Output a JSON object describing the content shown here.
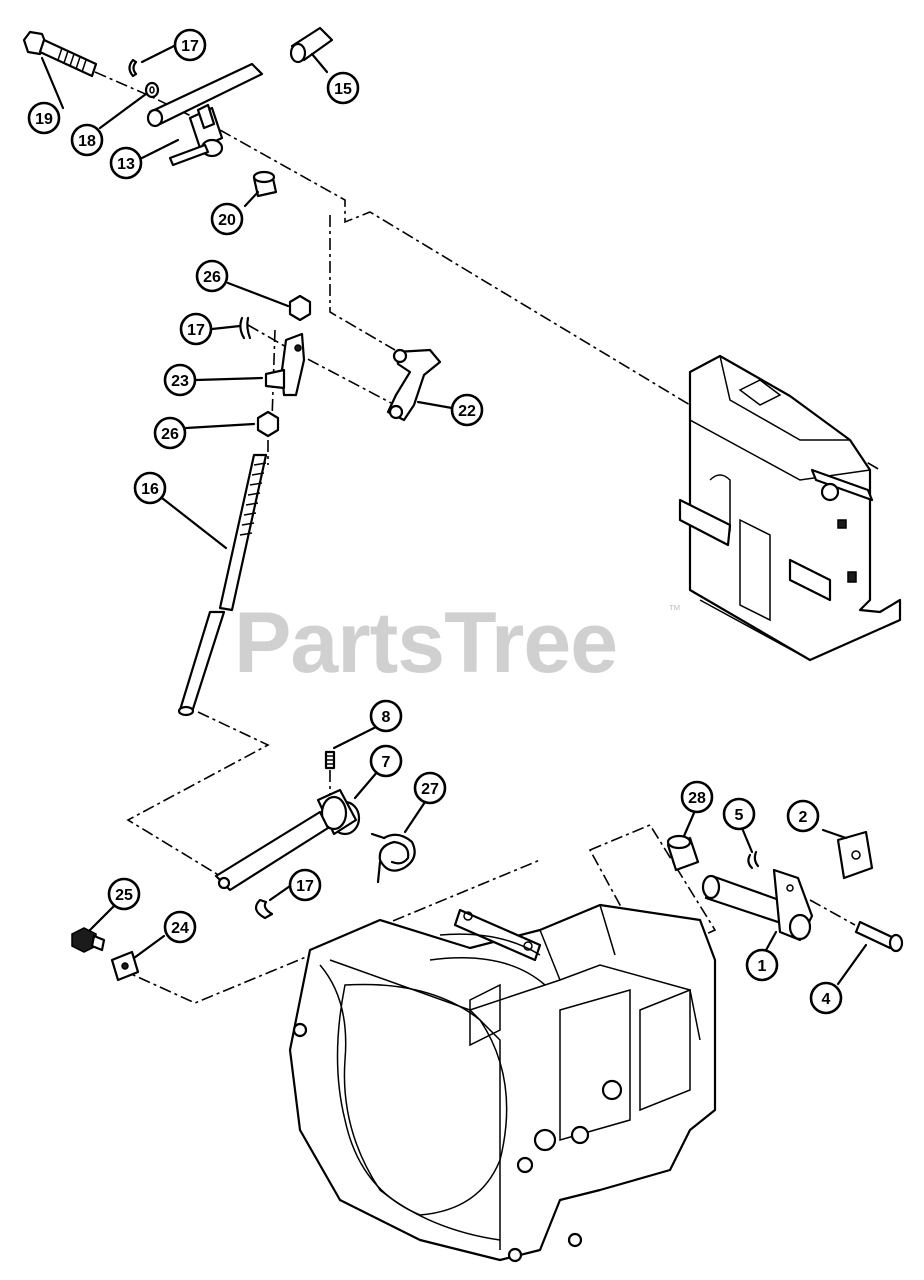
{
  "watermark": {
    "text": "PartsTree",
    "trademark": "™"
  },
  "callouts": [
    {
      "label": "17"
    },
    {
      "label": "15"
    },
    {
      "label": "19"
    },
    {
      "label": "18"
    },
    {
      "label": "13"
    },
    {
      "label": "20"
    },
    {
      "label": "26"
    },
    {
      "label": "17"
    },
    {
      "label": "23"
    },
    {
      "label": "22"
    },
    {
      "label": "26"
    },
    {
      "label": "16"
    },
    {
      "label": "8"
    },
    {
      "label": "7"
    },
    {
      "label": "27"
    },
    {
      "label": "28"
    },
    {
      "label": "5"
    },
    {
      "label": "2"
    },
    {
      "label": "17"
    },
    {
      "label": "25"
    },
    {
      "label": "24"
    },
    {
      "label": "1"
    },
    {
      "label": "4"
    }
  ]
}
